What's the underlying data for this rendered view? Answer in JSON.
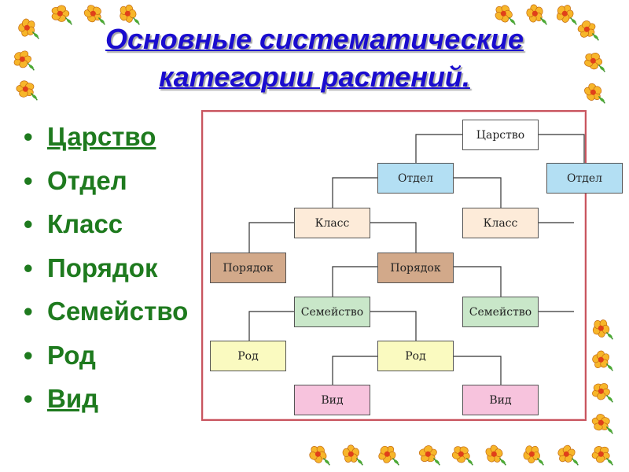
{
  "title": {
    "line1": "Основные систематические",
    "line2": "категории растений."
  },
  "bullets": [
    {
      "label": "Царство",
      "underline": true
    },
    {
      "label": "Отдел",
      "underline": false
    },
    {
      "label": "Класс",
      "underline": false
    },
    {
      "label": "Порядок",
      "underline": false
    },
    {
      "label": "Семейство",
      "underline": false
    },
    {
      "label": "Род",
      "underline": false
    },
    {
      "label": "Вид",
      "underline": true
    }
  ],
  "diagram": {
    "nodes": {
      "kingdom": "Царство",
      "division_1": "Отдел",
      "division_2": "Отдел",
      "class_1": "Класс",
      "class_2": "Класс",
      "order_1": "Порядок",
      "order_2": "Порядок",
      "family_1": "Семейство",
      "family_2": "Семейство",
      "genus_1": "Род",
      "genus_2": "Род",
      "species_1": "Вид",
      "species_2": "Вид"
    },
    "colors": {
      "kingdom": "#ffffff",
      "division": "#b3dff3",
      "class": "#fdebd9",
      "order": "#d2a98a",
      "family": "#c9e7c9",
      "genus": "#fafac0",
      "species": "#f7c3dd"
    }
  },
  "colors": {
    "title": "#1a0ccf",
    "bullets": "#1e7a1e",
    "frame": "#c8545e"
  },
  "decorations": {
    "icon": "flower-icon"
  }
}
